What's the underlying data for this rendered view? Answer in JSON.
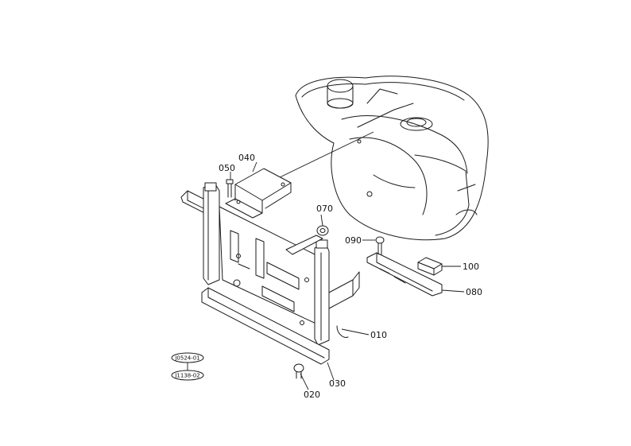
{
  "parts": [
    {
      "id": "p010",
      "label": "010"
    },
    {
      "id": "p020",
      "label": "020"
    },
    {
      "id": "p030",
      "label": "030"
    },
    {
      "id": "p040",
      "label": "040"
    },
    {
      "id": "p050",
      "label": "050"
    },
    {
      "id": "p070",
      "label": "070"
    },
    {
      "id": "p080",
      "label": "080"
    },
    {
      "id": "p090",
      "label": "090"
    },
    {
      "id": "p100",
      "label": "100"
    }
  ],
  "refs": {
    "top": "J0524-01",
    "bottom": "J1138-02"
  }
}
